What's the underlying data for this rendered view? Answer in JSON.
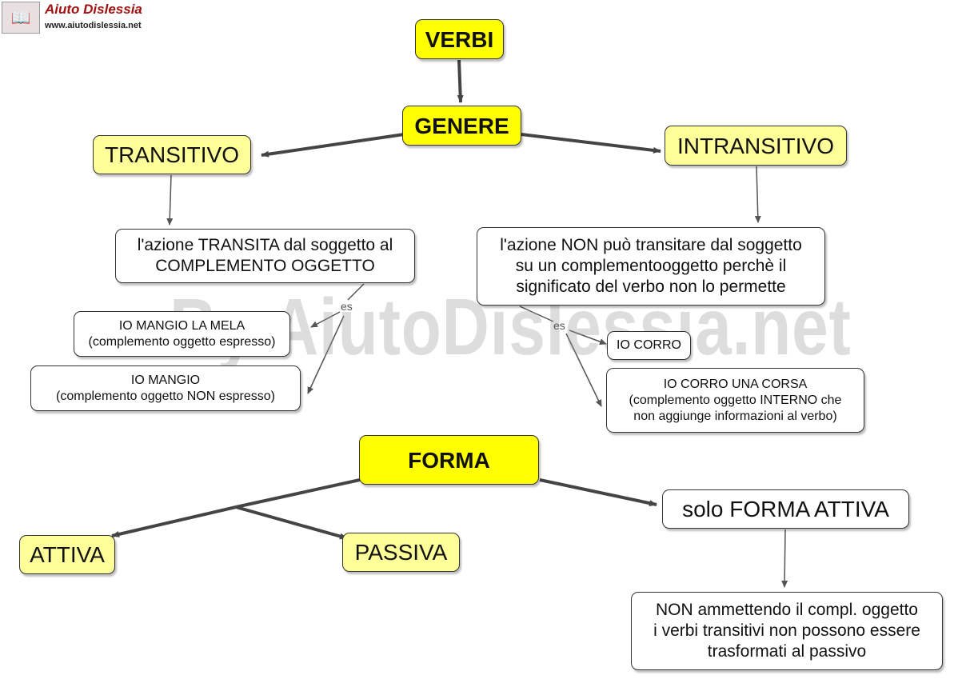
{
  "header": {
    "logo_name": "Aiuto Dislessia",
    "logo_url": "www.aiutodislessia.net",
    "book_icon": "book-icon"
  },
  "watermark": "By AiutoDislessia.net",
  "nodes": {
    "verbi": "VERBI",
    "genere": "GENERE",
    "transitivo": "TRANSITIVO",
    "intransitivo": "INTRANSITIVO",
    "transitivo_def_1": "l'azione TRANSITA dal soggetto al",
    "transitivo_def_2": "COMPLEMENTO OGGETTO",
    "intransitivo_def_1": "l'azione NON può transitare dal soggetto",
    "intransitivo_def_2": "su un complementooggetto perchè il",
    "intransitivo_def_3": "significato del verbo non lo permette",
    "ex_mela_1": "IO MANGIO LA MELA",
    "ex_mela_2": "(complemento oggetto espresso)",
    "ex_mangio_1": "IO MANGIO",
    "ex_mangio_2": "(complemento oggetto NON espresso)",
    "ex_corro": "IO CORRO",
    "ex_corsa_1": "IO CORRO UNA CORSA",
    "ex_corsa_2": "(complemento oggetto INTERNO che",
    "ex_corsa_3": "non aggiunge informazioni al verbo)",
    "forma": "FORMA",
    "attiva": "ATTIVA",
    "passiva": "PASSIVA",
    "solo_attiva": "solo FORMA ATTIVA",
    "nota_1": "NON ammettendo il compl. oggetto",
    "nota_2": "i verbi transitivi non possono essere",
    "nota_3": "trasformati al passivo"
  },
  "link_labels": {
    "es_left": "es",
    "es_right": "es"
  },
  "colors": {
    "strong_node": "#ffff00",
    "pale_node": "#ffff99",
    "border": "#333333"
  }
}
